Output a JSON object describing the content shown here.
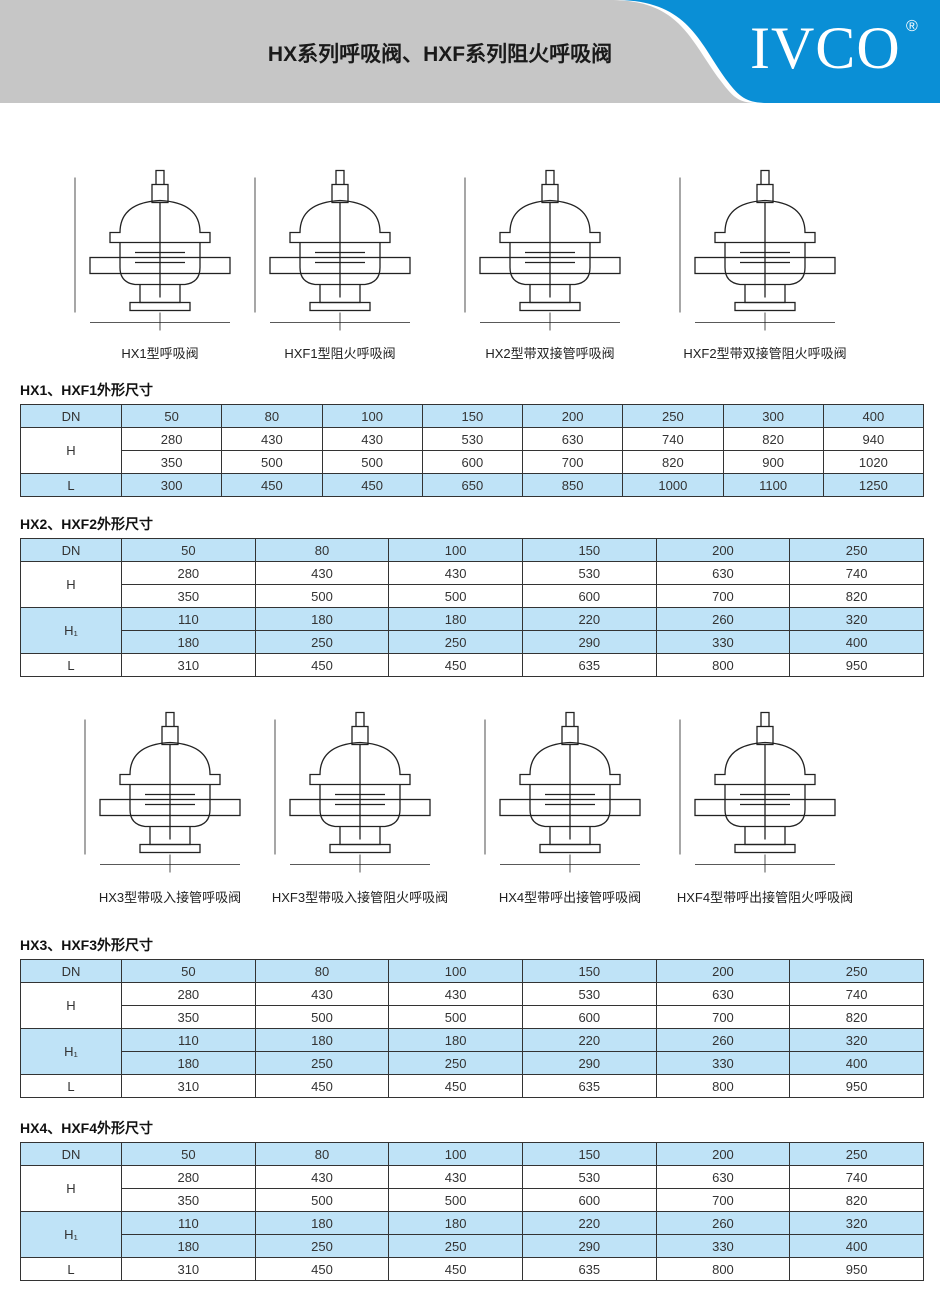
{
  "header": {
    "title": "HX系列呼吸阀、HXF系列阻火呼吸阀",
    "logo": "IVCO",
    "registered": "®",
    "colors": {
      "gray": "#c6c6c6",
      "blue": "#0a8fd6",
      "row_blue": "#bfe3f7"
    }
  },
  "diagrams_top": [
    {
      "caption": "HX1型呼吸阀"
    },
    {
      "caption": "HXF1型阻火呼吸阀"
    },
    {
      "caption": "HX2型带双接管呼吸阀"
    },
    {
      "caption": "HXF2型带双接管阻火呼吸阀"
    }
  ],
  "diagrams_bottom": [
    {
      "caption": "HX3型带吸入接管呼吸阀"
    },
    {
      "caption": "HXF3型带吸入接管阻火呼吸阀"
    },
    {
      "caption": "HX4型带呼出接管呼吸阀"
    },
    {
      "caption": "HXF4型带呼出接管阻火呼吸阀"
    }
  ],
  "tables": [
    {
      "title": "HX1、HXF1外形尺寸",
      "rows": [
        {
          "label": "DN",
          "span": 1,
          "blue": true,
          "values": [
            "50",
            "80",
            "100",
            "150",
            "200",
            "250",
            "300",
            "400"
          ]
        },
        {
          "label": "H",
          "span": 2,
          "blue": false,
          "values": [
            "280",
            "430",
            "430",
            "530",
            "630",
            "740",
            "820",
            "940"
          ]
        },
        {
          "blue": false,
          "values": [
            "350",
            "500",
            "500",
            "600",
            "700",
            "820",
            "900",
            "1020"
          ]
        },
        {
          "label": "L",
          "span": 1,
          "blue": true,
          "values": [
            "300",
            "450",
            "450",
            "650",
            "850",
            "1000",
            "1100",
            "1250"
          ]
        }
      ]
    },
    {
      "title": "HX2、HXF2外形尺寸",
      "rows": [
        {
          "label": "DN",
          "span": 1,
          "blue": true,
          "values": [
            "50",
            "80",
            "100",
            "150",
            "200",
            "250"
          ]
        },
        {
          "label": "H",
          "span": 2,
          "blue": false,
          "values": [
            "280",
            "430",
            "430",
            "530",
            "630",
            "740"
          ]
        },
        {
          "blue": false,
          "values": [
            "350",
            "500",
            "500",
            "600",
            "700",
            "820"
          ]
        },
        {
          "label": "H₁",
          "span": 2,
          "blue": true,
          "values": [
            "110",
            "180",
            "180",
            "220",
            "260",
            "320"
          ]
        },
        {
          "blue": true,
          "values": [
            "180",
            "250",
            "250",
            "290",
            "330",
            "400"
          ]
        },
        {
          "label": "L",
          "span": 1,
          "blue": false,
          "values": [
            "310",
            "450",
            "450",
            "635",
            "800",
            "950"
          ]
        }
      ]
    },
    {
      "title": "HX3、HXF3外形尺寸",
      "rows": [
        {
          "label": "DN",
          "span": 1,
          "blue": true,
          "values": [
            "50",
            "80",
            "100",
            "150",
            "200",
            "250"
          ]
        },
        {
          "label": "H",
          "span": 2,
          "blue": false,
          "values": [
            "280",
            "430",
            "430",
            "530",
            "630",
            "740"
          ]
        },
        {
          "blue": false,
          "values": [
            "350",
            "500",
            "500",
            "600",
            "700",
            "820"
          ]
        },
        {
          "label": "H₁",
          "span": 2,
          "blue": true,
          "values": [
            "110",
            "180",
            "180",
            "220",
            "260",
            "320"
          ]
        },
        {
          "blue": true,
          "values": [
            "180",
            "250",
            "250",
            "290",
            "330",
            "400"
          ]
        },
        {
          "label": "L",
          "span": 1,
          "blue": false,
          "values": [
            "310",
            "450",
            "450",
            "635",
            "800",
            "950"
          ]
        }
      ]
    },
    {
      "title": "HX4、HXF4外形尺寸",
      "rows": [
        {
          "label": "DN",
          "span": 1,
          "blue": true,
          "values": [
            "50",
            "80",
            "100",
            "150",
            "200",
            "250"
          ]
        },
        {
          "label": "H",
          "span": 2,
          "blue": false,
          "values": [
            "280",
            "430",
            "430",
            "530",
            "630",
            "740"
          ]
        },
        {
          "blue": false,
          "values": [
            "350",
            "500",
            "500",
            "600",
            "700",
            "820"
          ]
        },
        {
          "label": "H₁",
          "span": 2,
          "blue": true,
          "values": [
            "110",
            "180",
            "180",
            "220",
            "260",
            "320"
          ]
        },
        {
          "blue": true,
          "values": [
            "180",
            "250",
            "250",
            "290",
            "330",
            "400"
          ]
        },
        {
          "label": "L",
          "span": 1,
          "blue": false,
          "values": [
            "310",
            "450",
            "450",
            "635",
            "800",
            "950"
          ]
        }
      ]
    }
  ]
}
